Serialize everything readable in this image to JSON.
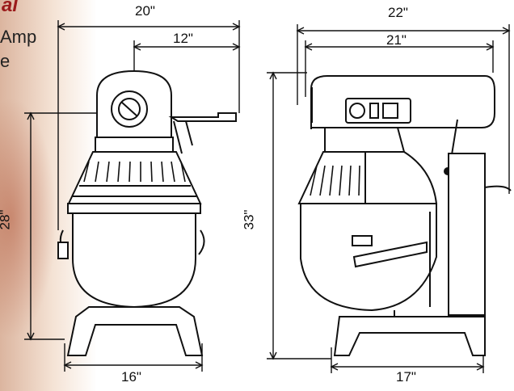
{
  "header_fragments": {
    "line1": "al",
    "line2": "Amp",
    "line3": "e"
  },
  "front_view": {
    "width_overall": "20\"",
    "width_to_center": "12\"",
    "height": "28\"",
    "base_width": "16\""
  },
  "side_view": {
    "depth_overall": "22\"",
    "depth_body": "21\"",
    "height": "33\"",
    "base_depth": "17\""
  }
}
